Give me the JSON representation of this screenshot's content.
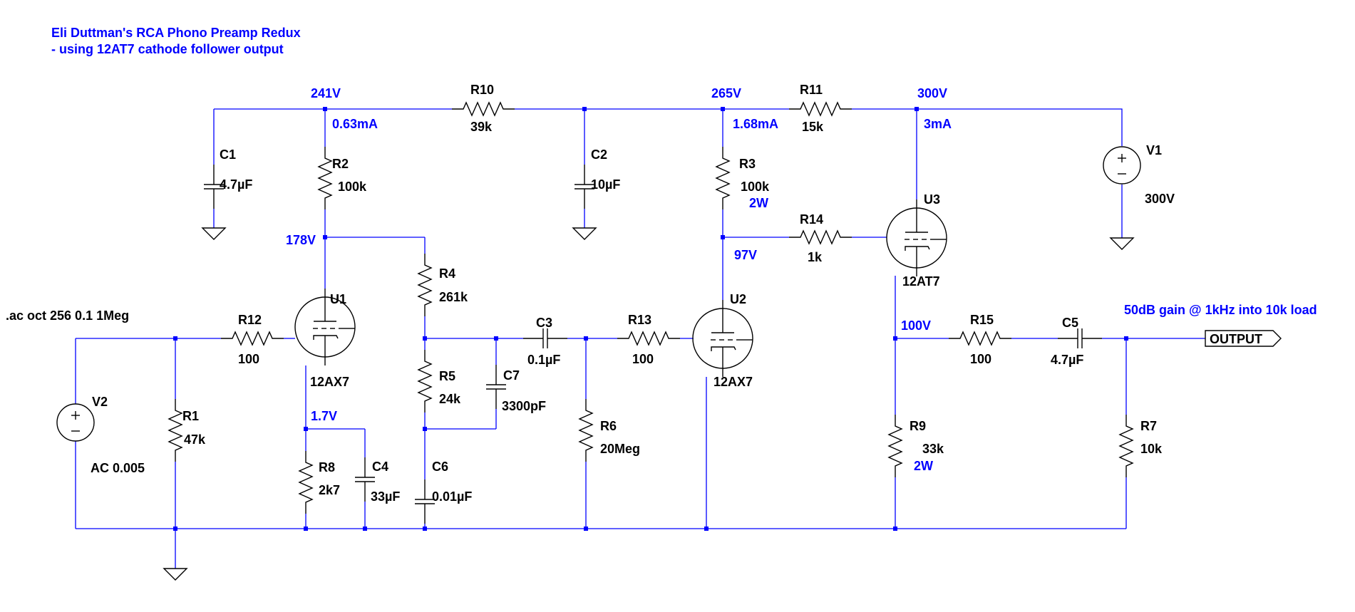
{
  "title": {
    "line1": "Eli Duttman's RCA Phono Preamp Redux",
    "line2": "- using 12AT7 cathode follower output"
  },
  "directive": ".ac oct 256 0.1 1Meg",
  "note": "50dB gain @ 1kHz into 10k load",
  "output_label": "OUTPUT",
  "components": {
    "C1": {
      "ref": "C1",
      "value": "4.7µF"
    },
    "C2": {
      "ref": "C2",
      "value": "10µF"
    },
    "C3": {
      "ref": "C3",
      "value": "0.1µF"
    },
    "C4": {
      "ref": "C4",
      "value": "33µF"
    },
    "C5": {
      "ref": "C5",
      "value": "4.7µF"
    },
    "C6": {
      "ref": "C6",
      "value": "0.01µF"
    },
    "C7": {
      "ref": "C7",
      "value": "3300pF"
    },
    "R1": {
      "ref": "R1",
      "value": "47k"
    },
    "R2": {
      "ref": "R2",
      "value": "100k"
    },
    "R3": {
      "ref": "R3",
      "value": "100k",
      "power": "2W"
    },
    "R4": {
      "ref": "R4",
      "value": "261k"
    },
    "R5": {
      "ref": "R5",
      "value": "24k"
    },
    "R6": {
      "ref": "R6",
      "value": "20Meg"
    },
    "R7": {
      "ref": "R7",
      "value": "10k"
    },
    "R8": {
      "ref": "R8",
      "value": "2k7"
    },
    "R9": {
      "ref": "R9",
      "value": "33k",
      "power": "2W"
    },
    "R10": {
      "ref": "R10",
      "value": "39k"
    },
    "R11": {
      "ref": "R11",
      "value": "15k"
    },
    "R12": {
      "ref": "R12",
      "value": "100"
    },
    "R13": {
      "ref": "R13",
      "value": "100"
    },
    "R14": {
      "ref": "R14",
      "value": "1k"
    },
    "R15": {
      "ref": "R15",
      "value": "100"
    },
    "U1": {
      "ref": "U1",
      "value": "12AX7"
    },
    "U2": {
      "ref": "U2",
      "value": "12AX7"
    },
    "U3": {
      "ref": "U3",
      "value": "12AT7"
    },
    "V1": {
      "ref": "V1",
      "value": "300V"
    },
    "V2": {
      "ref": "V2",
      "value": "AC 0.005"
    }
  },
  "annotations": {
    "v241": "241V",
    "i063": "0.63mA",
    "v265": "265V",
    "i168": "1.68mA",
    "v300": "300V",
    "i3": "3mA",
    "v178": "178V",
    "v97": "97V",
    "v17": "1.7V",
    "v100": "100V"
  },
  "colors": {
    "wire": "#0000ff",
    "component": "#000000",
    "annotation": "#0000ff",
    "background": "#ffffff"
  }
}
